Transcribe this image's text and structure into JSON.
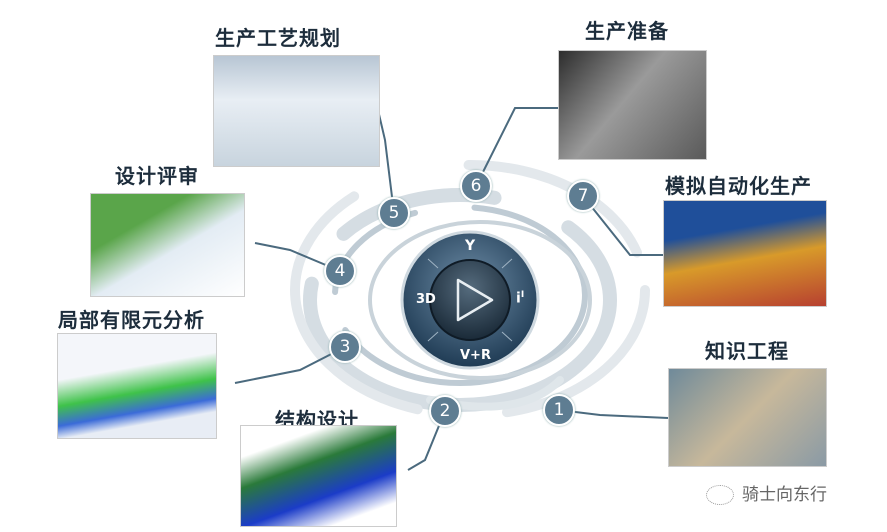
{
  "center": {
    "top": "Y",
    "left": "3D",
    "right": "i",
    "right_sup": "I",
    "bottom": "V+R",
    "play": "play-icon"
  },
  "stages": [
    {
      "num": "1",
      "title": "知识工程"
    },
    {
      "num": "2",
      "title": "结构设计"
    },
    {
      "num": "3",
      "title": "局部有限元分析"
    },
    {
      "num": "4",
      "title": "设计评审"
    },
    {
      "num": "5",
      "title": "生产工艺规划"
    },
    {
      "num": "6",
      "title": "生产准备"
    },
    {
      "num": "7",
      "title": "模拟自动化生产"
    }
  ],
  "watermark": "骑士向东行",
  "colors": {
    "accent": "#5e7d92",
    "title": "#1d2d3c",
    "compass": "#2c4a63"
  }
}
